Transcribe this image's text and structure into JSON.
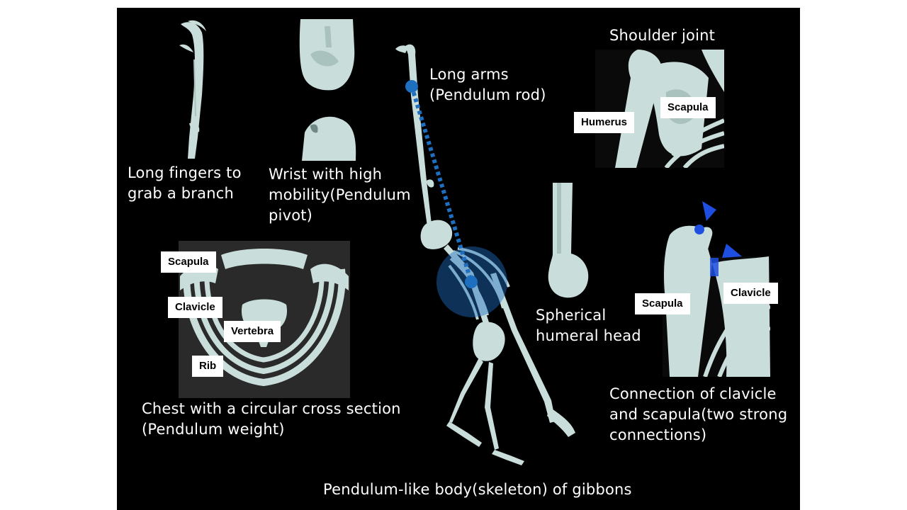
{
  "captions": {
    "fingers": "Long fingers to\ngrab a branch",
    "wrist": "Wrist with high\nmobility(Pendulum\npivot)",
    "arms": "Long arms\n(Pendulum rod)",
    "shoulder": "Shoulder joint",
    "chest": "Chest with a circular cross section\n (Pendulum weight)",
    "humeral_head": "Spherical\nhumeral head",
    "connection": "Connection of clavicle\nand scapula(two strong\nconnections)",
    "footer": "Pendulum-like body(skeleton) of gibbons"
  },
  "labels": {
    "humerus": "Humerus",
    "scapula_shoulder": "Scapula",
    "scapula_chest": "Scapula",
    "clavicle_chest": "Clavicle",
    "vertebra": "Vertebra",
    "rib": "Rib",
    "scapula_conn": "Scapula",
    "clavicle_conn": "Clavicle"
  },
  "colors": {
    "background": "#000000",
    "bone": "#c9dedb",
    "pendulum_blue": "#1f6fc0",
    "marker_blue": "#1f4fe0",
    "label_bg": "#ffffff"
  }
}
